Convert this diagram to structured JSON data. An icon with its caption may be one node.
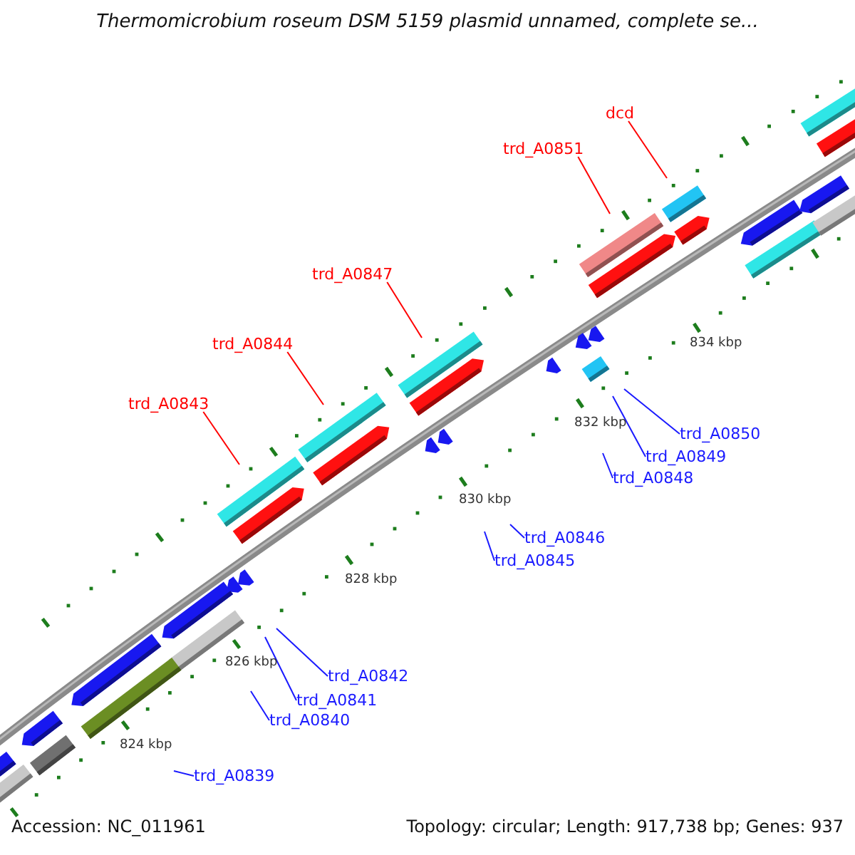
{
  "diagram": {
    "title": "Thermomicrobium roseum DSM 5159 plasmid unnamed, complete se...",
    "nodes": [
      {
        "text": [
          "dcd"
        ]
      },
      {
        "text": [
          "trd_A0851"
        ]
      },
      {
        "text": [
          "trd_A0847"
        ]
      },
      {
        "text": [
          "trd_A0844"
        ]
      },
      {
        "text": [
          "trd_A0843"
        ]
      },
      {
        "text": [
          "trd_A0850"
        ]
      },
      {
        "text": [
          "trd_A0849"
        ]
      },
      {
        "text": [
          "trd_A0848"
        ]
      },
      {
        "text": [
          "trd_A0846"
        ]
      },
      {
        "text": [
          "trd_A0845"
        ]
      },
      {
        "text": [
          "trd_A0842"
        ]
      },
      {
        "text": [
          "trd_A0841"
        ]
      },
      {
        "text": [
          "trd_A0840"
        ]
      },
      {
        "text": [
          "trd_A0839"
        ]
      }
    ],
    "edges": [
      {
        "from": 0,
        "to": null,
        "arrow": "none",
        "color": "#ff0000"
      },
      {
        "from": 1,
        "to": null,
        "arrow": "none",
        "color": "#ff0000"
      },
      {
        "from": 2,
        "to": null,
        "arrow": "none",
        "color": "#ff0000"
      },
      {
        "from": 3,
        "to": null,
        "arrow": "none",
        "color": "#ff0000"
      },
      {
        "from": 4,
        "to": null,
        "arrow": "none",
        "color": "#ff0000"
      },
      {
        "from": 5,
        "to": null,
        "arrow": "none"
      },
      {
        "from": 6,
        "to": null,
        "arrow": "none"
      },
      {
        "from": 7,
        "to": null,
        "arrow": "none"
      },
      {
        "from": 8,
        "to": null,
        "arrow": "none"
      },
      {
        "from": 9,
        "to": null,
        "arrow": "none"
      },
      {
        "from": 10,
        "to": null,
        "arrow": "none"
      },
      {
        "from": 11,
        "to": null,
        "arrow": "none"
      },
      {
        "from": 12,
        "to": null,
        "arrow": "none"
      },
      {
        "from": 13,
        "to": null,
        "arrow": "none"
      }
    ],
    "labels": [
      "834 kbp",
      "832 kbp",
      "830 kbp",
      "828 kbp",
      "826 kbp",
      "824 kbp",
      "Accession: NC_011961",
      "Topology: circular; Length: 917,738 bp; Genes: 937"
    ]
  }
}
